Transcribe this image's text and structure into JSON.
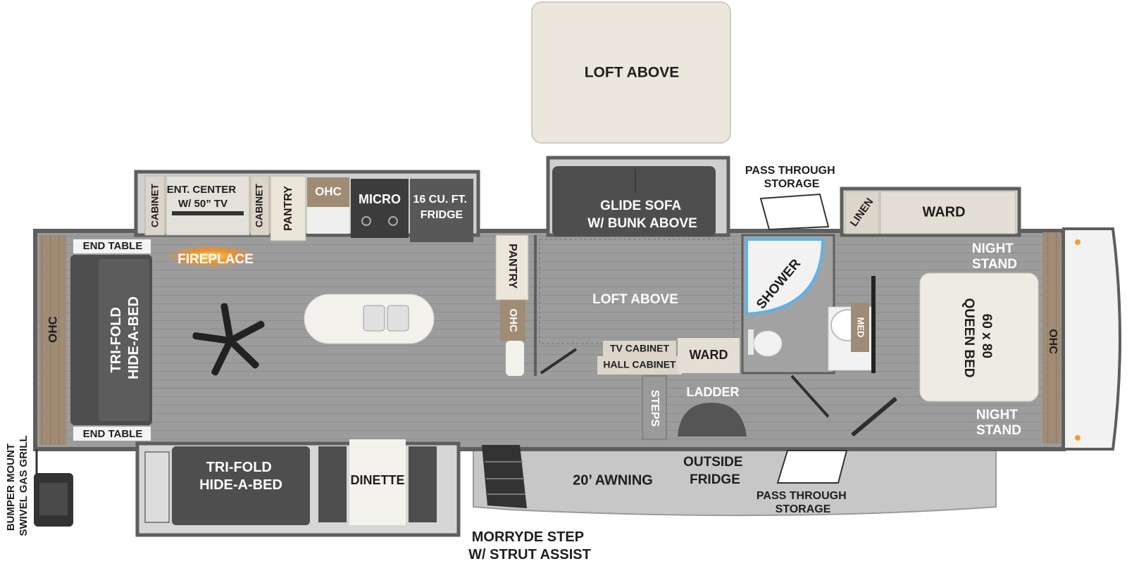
{
  "floorplan": {
    "labels": {
      "loft_above_top": "LOFT ABOVE",
      "loft_above_center": "LOFT ABOVE",
      "ent_center_1": "ENT. CENTER",
      "ent_center_2": "W/ 50” TV",
      "cabinet_left": "CABINET",
      "cabinet_right": "CABINET",
      "pantry_top": "PANTRY",
      "ohc_kitchen": "OHC",
      "micro": "MICRO",
      "fridge_1": "16 CU. FT.",
      "fridge_2": "FRIDGE",
      "glide_sofa_1": "GLIDE SOFA",
      "glide_sofa_2": "W/ BUNK ABOVE",
      "pass_through_top_1": "PASS THROUGH",
      "pass_through_top_2": "STORAGE",
      "linen": "LINEN",
      "ward_bedroom": "WARD",
      "night_stand_top_1": "NIGHT",
      "night_stand_top_2": "STAND",
      "night_stand_bottom_1": "NIGHT",
      "night_stand_bottom_2": "STAND",
      "queen_bed_1": "60 x 80",
      "queen_bed_2": "QUEEN BED",
      "ohc_front": "OHC",
      "end_table_top": "END TABLE",
      "end_table_bottom": "END TABLE",
      "fireplace": "FIREPLACE",
      "ohc_rear": "OHC",
      "trifold_rear_1": "TRI-FOLD",
      "trifold_rear_2": "HIDE-A-BED",
      "pantry_mid": "PANTRY",
      "ohc_mid": "OHC",
      "shower": "SHOWER",
      "med": "MED",
      "tv_cabinet": "TV CABINET",
      "hall_cabinet": "HALL CABINET",
      "ward_hall": "WARD",
      "steps": "STEPS",
      "ladder": "LADDER",
      "trifold_slide_1": "TRI-FOLD",
      "trifold_slide_2": "HIDE-A-BED",
      "dinette": "DINETTE",
      "awning": "20’ AWNING",
      "outside_fridge_1": "OUTSIDE",
      "outside_fridge_2": "FRIDGE",
      "pass_through_bottom_1": "PASS THROUGH",
      "pass_through_bottom_2": "STORAGE",
      "morryde_1": "MORRYDE STEP",
      "morryde_2": "W/ STRUT ASSIST",
      "grill_1": "BUMPER MOUNT",
      "grill_2": "SWIVEL GAS GRILL"
    },
    "colors": {
      "floor": "#9c9c9c",
      "wall": "#5e5e5e",
      "furniture_dark": "#4e4e4e",
      "bed": "#eeece2",
      "loft": "#ece7dc",
      "wood": "#a08b74",
      "cabinet": "#ddd7cc",
      "awning": "#c7c7c7"
    }
  }
}
